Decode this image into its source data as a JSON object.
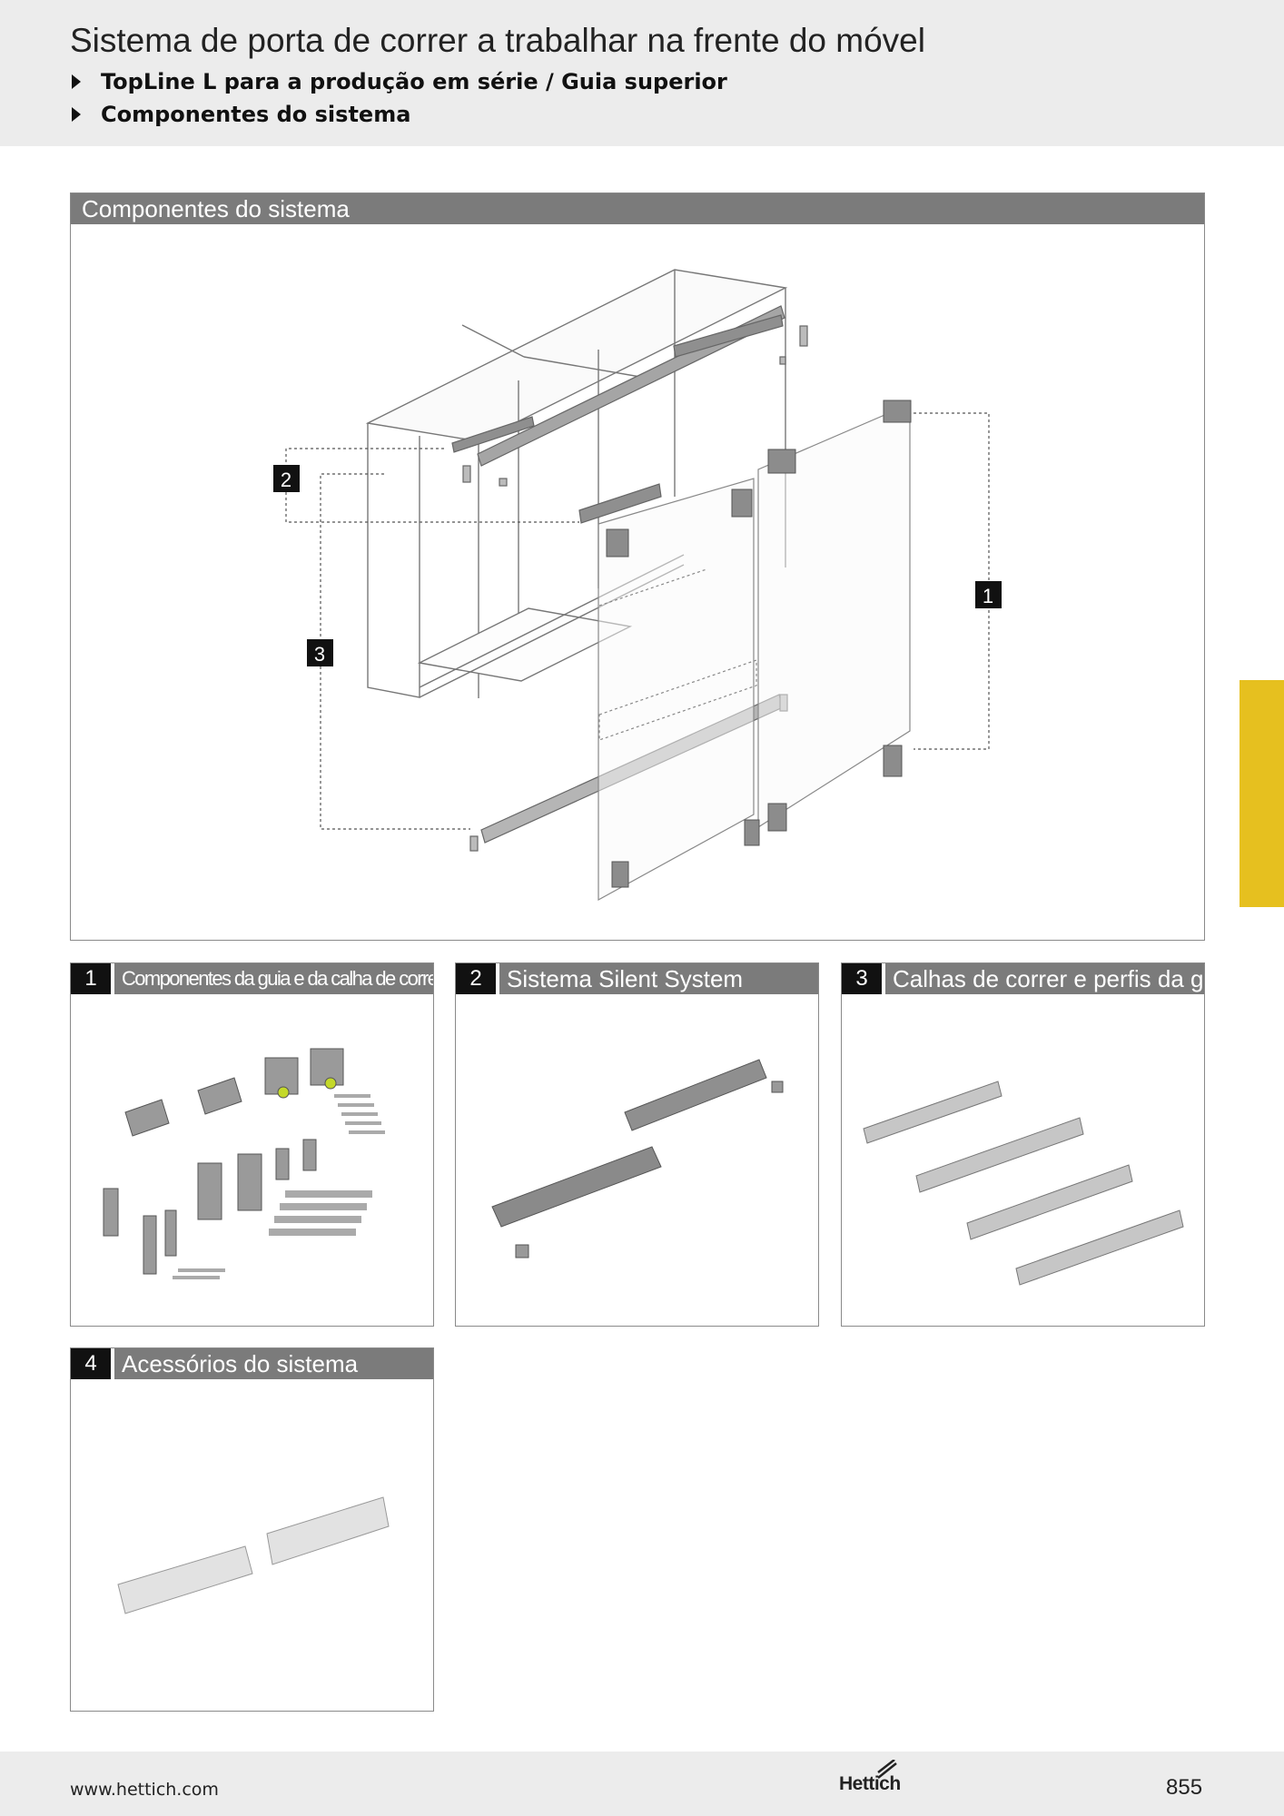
{
  "header": {
    "title": "Sistema de porta de correr a trabalhar na frente do móvel",
    "breadcrumbs": [
      "TopLine L para a produção em série / Guia superior",
      "Componentes do sistema"
    ]
  },
  "main_panel": {
    "heading": "Componentes do sistema",
    "callouts": [
      "1",
      "2",
      "3"
    ]
  },
  "sub_panels": [
    {
      "number": "1",
      "label": "Componentes da guia e da calha de correr"
    },
    {
      "number": "2",
      "label": "Sistema Silent System"
    },
    {
      "number": "3",
      "label": "Calhas de correr e perfis da guia"
    },
    {
      "number": "4",
      "label": "Acessórios do sistema"
    }
  ],
  "footer": {
    "url": "www.hettich.com",
    "logo_text": "Hettich",
    "page_number": "855"
  },
  "colors": {
    "header_band": "#ececec",
    "panel_header": "#7b7b7b",
    "badge": "#111111",
    "accent_tab": "#e6c01f"
  }
}
